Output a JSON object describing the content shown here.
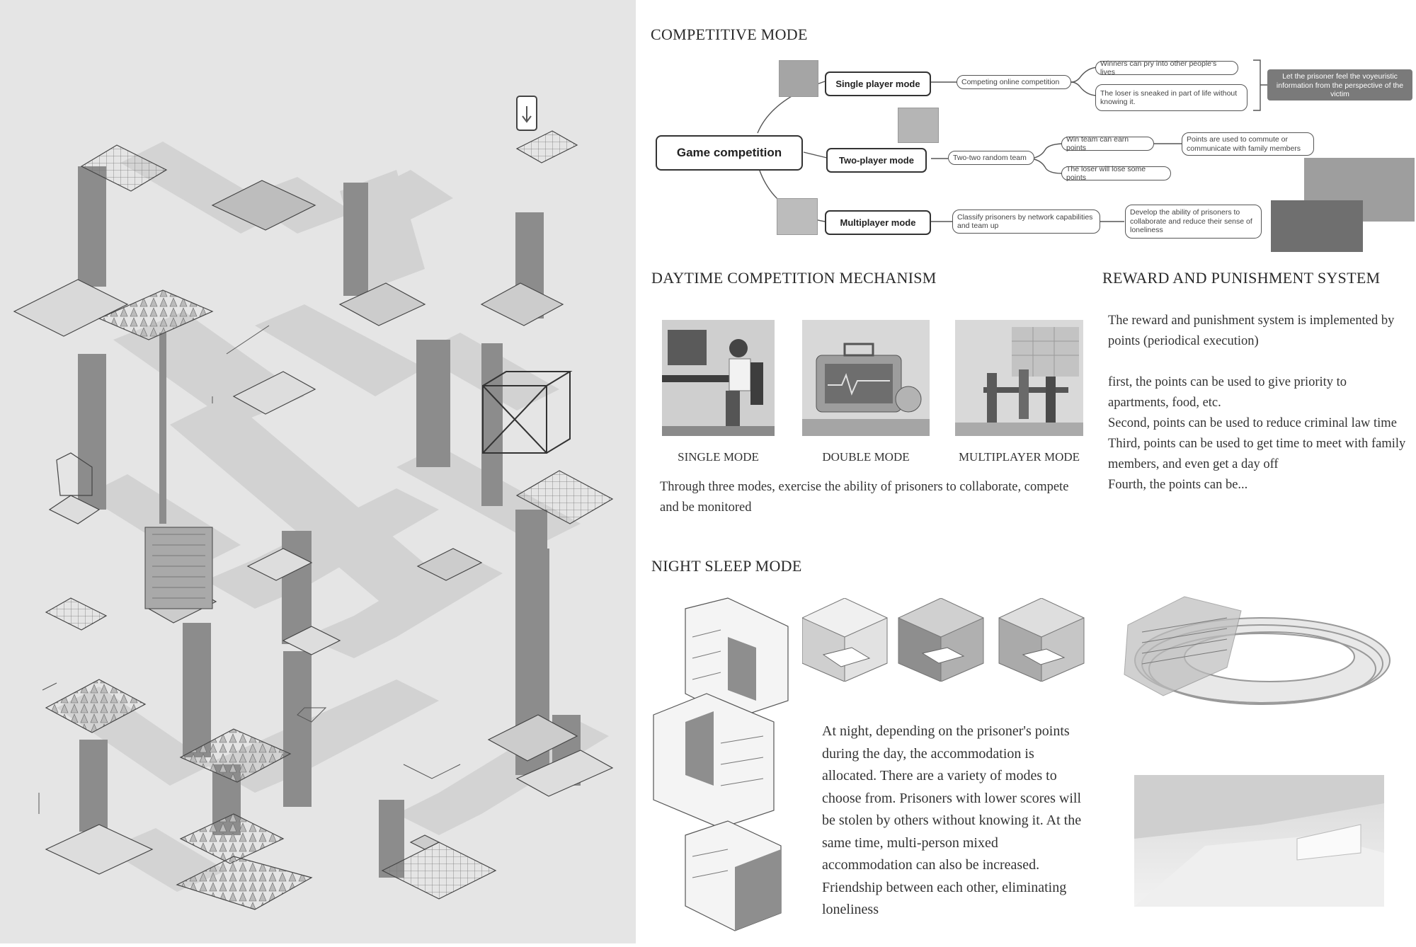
{
  "headings": {
    "competitive": "COMPETITIVE MODE",
    "daytime": "DAYTIME COMPETITION MECHANISM",
    "reward": "REWARD AND PUNISHMENT SYSTEM",
    "night": "NIGHT SLEEP MODE"
  },
  "mindmap": {
    "root": "Game competition",
    "single": {
      "label": "Single player mode",
      "detail": "Competing online competition",
      "out1": "Winners can pry into other people's lives",
      "out2": "The loser is sneaked in part of life without knowing it.",
      "note": "Let the prisoner feel the voyeuristic information from the perspective of the victim"
    },
    "two": {
      "label": "Two-player mode",
      "detail": "Two-two random team",
      "out1": "Win team can earn points",
      "out2": "The loser will lose some points",
      "out3": "Points are used to commute or communicate with family members"
    },
    "multi": {
      "label": "Multiplayer mode",
      "detail": "Classify prisoners by network capabilities and team up",
      "out1": "Develop the ability of prisoners to collaborate and reduce their sense of loneliness"
    }
  },
  "daytime": {
    "captions": [
      "SINGLE MODE",
      "DOUBLE MODE",
      "MULTIPLAYER MODE"
    ],
    "text": "Through three modes, exercise the ability of prisoners to collaborate, compete and be monitored"
  },
  "reward": {
    "lines": [
      "The reward and punishment system is implemented by points (periodical execution)",
      "",
      "first, the points can be used to give priority to apartments, food, etc.",
      "Second, points can be used to reduce criminal law time",
      "Third, points can be used to get time to meet with family members, and even get a day off",
      "Fourth, the points can be..."
    ]
  },
  "night": {
    "text": "At night, depending on the prisoner's points during the day, the accommodation is allocated. There are a variety of modes to choose from. Prisoners with lower scores will be stolen by others without knowing it. At the same time, multi-person mixed accommodation can also be increased. Friendship between each other, eliminating loneliness"
  },
  "colors": {
    "left_bg": "#e5e5e5",
    "pillar": "#8a8a8a",
    "floor": "#cfcfcf",
    "note_bg": "#7a7a7a"
  }
}
